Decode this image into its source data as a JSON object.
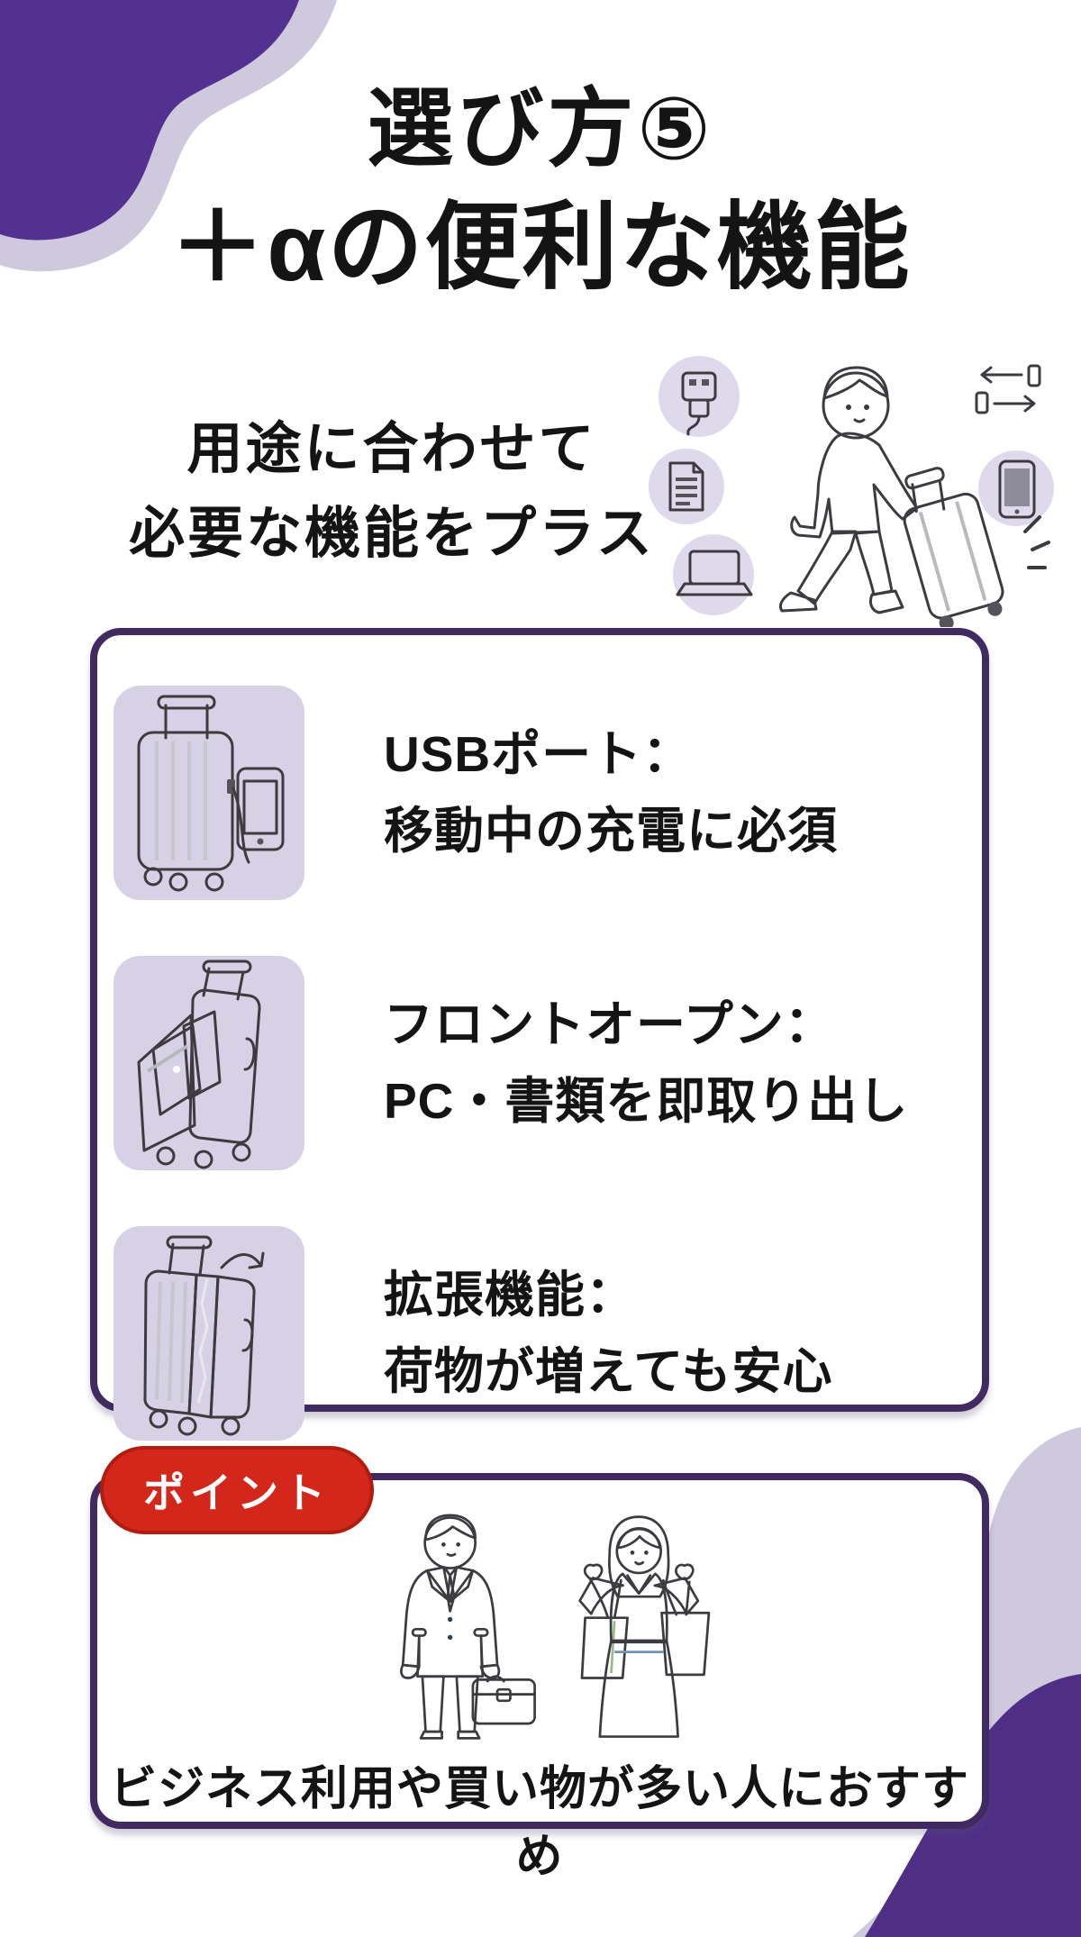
{
  "page": {
    "language": "ja",
    "colors": {
      "background": "#ffffff",
      "decor_purple": "#533190",
      "decor_lavender": "#cfc9dd",
      "card_border": "#402a60",
      "thumb_background": "#d6d1e4",
      "badge_red": "#d3271b",
      "text": "#141414"
    }
  },
  "title": {
    "line1": "選び方⑤",
    "line2": "＋αの便利な機能"
  },
  "intro": {
    "line1": "用途に合わせて",
    "line2": "必要な機能をプラス",
    "illustration": "man-walking-with-suitcase",
    "satellite_icons": [
      "usb-plug",
      "document",
      "laptop",
      "expand-arrows",
      "smartphone"
    ]
  },
  "features": [
    {
      "icon": "usb-charging-suitcase",
      "title": "USBポート：",
      "desc": "移動中の充電に必須"
    },
    {
      "icon": "front-open-suitcase",
      "title": "フロントオープン：",
      "desc": "PC・書類を即取り出し"
    },
    {
      "icon": "expandable-suitcase",
      "title": "拡張機能：",
      "desc": "荷物が増えても安心"
    }
  ],
  "point": {
    "badge": "ポイント",
    "illustration": "businessman-and-woman-with-shopping-bags",
    "text": "ビジネス利用や買い物が多い人におすすめ"
  }
}
